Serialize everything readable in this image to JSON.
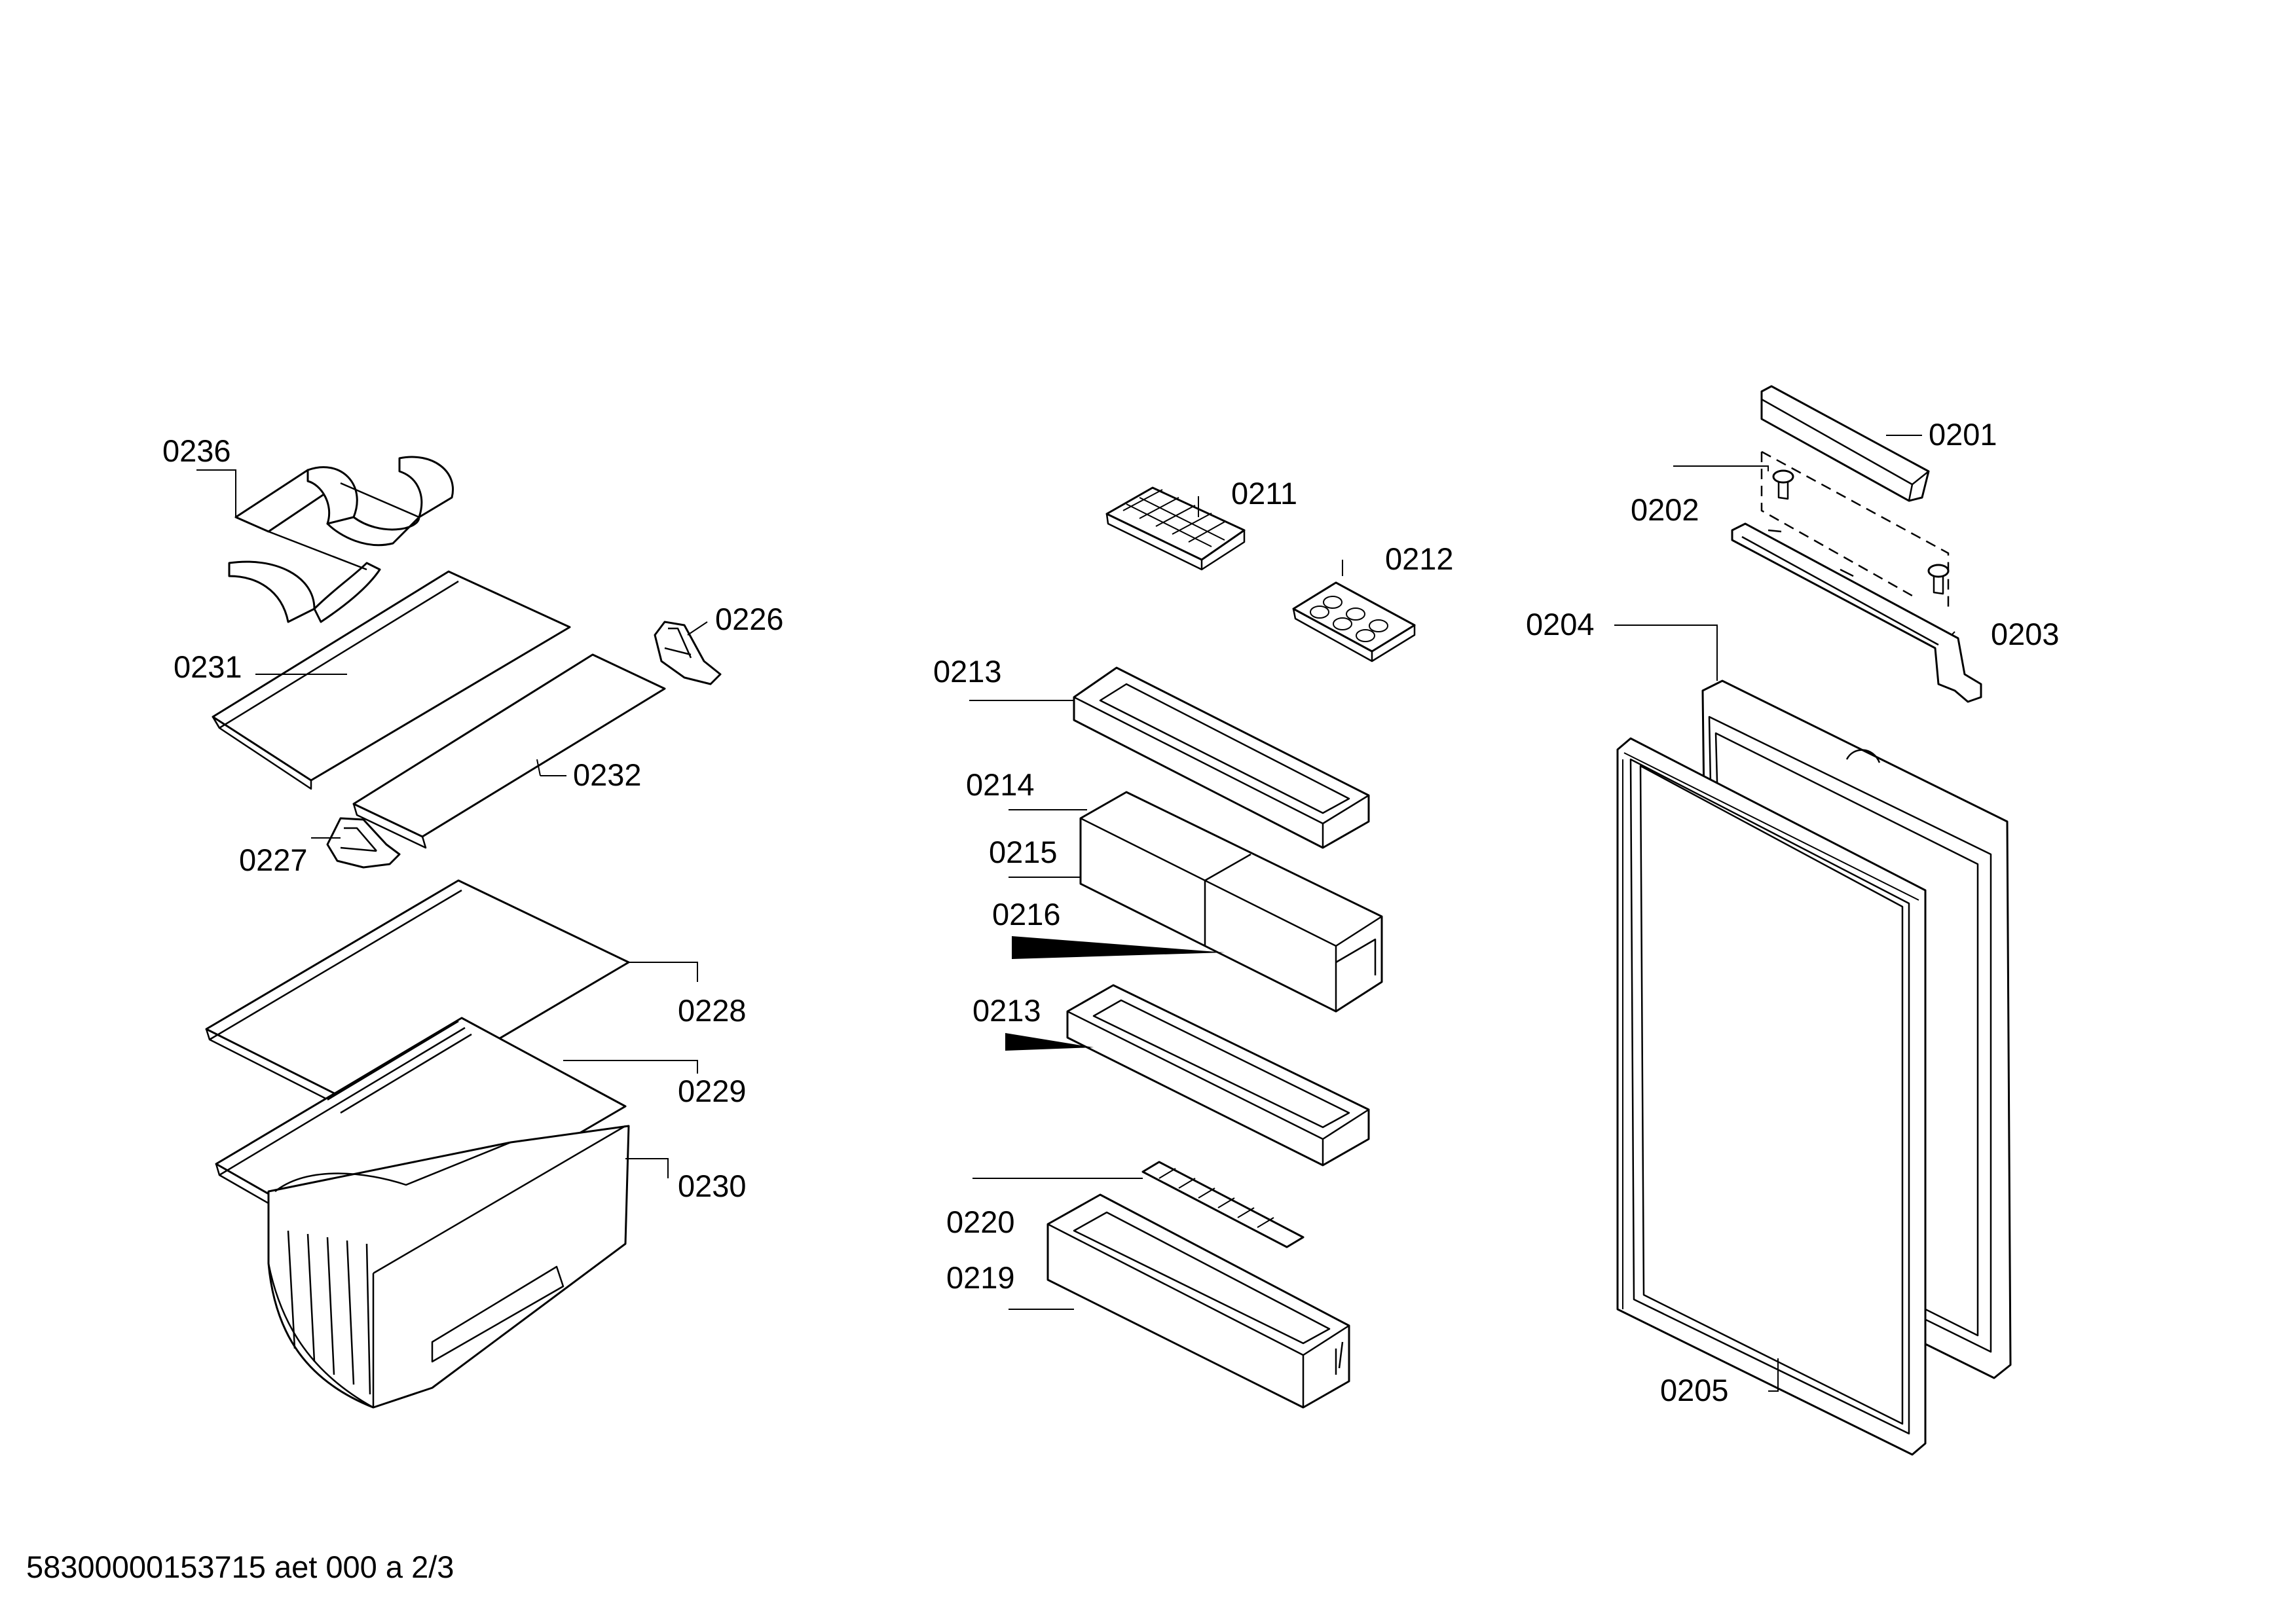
{
  "footer": {
    "text": "58300000153715 aet 000 a 2/3"
  },
  "parts": [
    {
      "id": "p0201",
      "label": "0201"
    },
    {
      "id": "p0202",
      "label": "0202"
    },
    {
      "id": "p0203",
      "label": "0203"
    },
    {
      "id": "p0204",
      "label": "0204"
    },
    {
      "id": "p0205",
      "label": "0205"
    },
    {
      "id": "p0211",
      "label": "0211"
    },
    {
      "id": "p0212",
      "label": "0212"
    },
    {
      "id": "p0213a",
      "label": "0213"
    },
    {
      "id": "p0213b",
      "label": "0213"
    },
    {
      "id": "p0214",
      "label": "0214"
    },
    {
      "id": "p0215",
      "label": "0215"
    },
    {
      "id": "p0216",
      "label": "0216"
    },
    {
      "id": "p0219",
      "label": "0219"
    },
    {
      "id": "p0220",
      "label": "0220"
    },
    {
      "id": "p0226",
      "label": "0226"
    },
    {
      "id": "p0227",
      "label": "0227"
    },
    {
      "id": "p0228",
      "label": "0228"
    },
    {
      "id": "p0229",
      "label": "0229"
    },
    {
      "id": "p0230",
      "label": "0230"
    },
    {
      "id": "p0231",
      "label": "0231"
    },
    {
      "id": "p0232",
      "label": "0232"
    },
    {
      "id": "p0236",
      "label": "0236"
    }
  ]
}
